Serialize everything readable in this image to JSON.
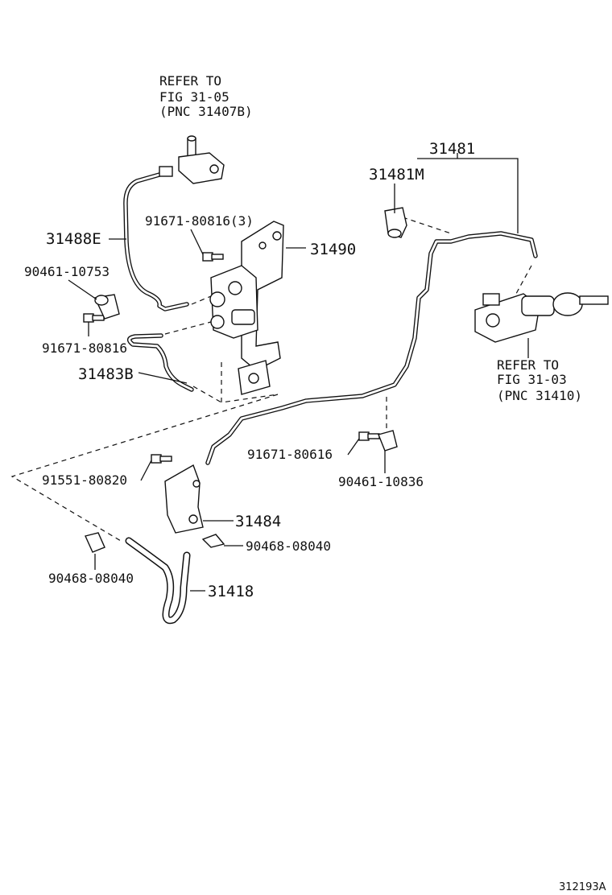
{
  "refs": {
    "top": [
      "REFER TO",
      "FIG 31-05",
      "(PNC 31407B)"
    ],
    "right": [
      "REFER TO",
      "FIG 31-03",
      "(PNC 31410)"
    ]
  },
  "labels": {
    "p31481": "31481",
    "p31481M": "31481M",
    "p91671_80816_3": "91671-80816(3)",
    "p31490": "31490",
    "p31488E": "31488E",
    "p90461_10753": "90461-10753",
    "p91671_80816": "91671-80816",
    "p31483B": "31483B",
    "p91671_80616": "91671-80616",
    "p90461_10836": "90461-10836",
    "p91551_80820": "91551-80820",
    "p31484": "31484",
    "p90468_08040_r": "90468-08040",
    "p90468_08040_l": "90468-08040",
    "p31418": "31418"
  },
  "figure_id": "312193A"
}
